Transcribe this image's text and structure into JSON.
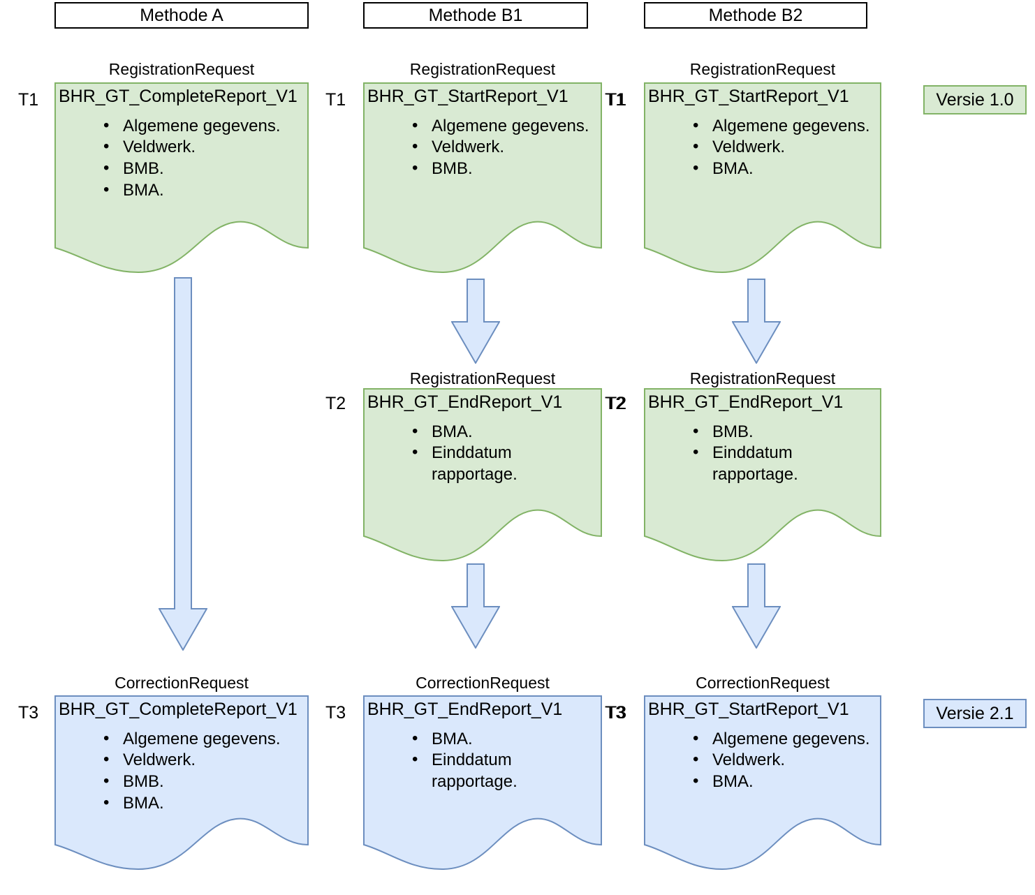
{
  "headers": [
    {
      "label": "Methode A"
    },
    {
      "label": "Methode B1"
    },
    {
      "label": "Methode B2"
    }
  ],
  "time_labels": {
    "t1": "T1",
    "t2": "T2",
    "t3": "T3"
  },
  "legend": [
    {
      "label": "Versie 1.0",
      "color": "#d9ead3",
      "border": "#82b366"
    },
    {
      "label": "Versie 2.1",
      "color": "#dae8fc",
      "border": "#6c8ebf"
    }
  ],
  "colors": {
    "registration_fill": "#d9ead3",
    "registration_stroke": "#82b366",
    "correction_fill": "#dae8fc",
    "correction_stroke": "#6c8ebf",
    "arrow_fill": "#dae8fc",
    "arrow_stroke": "#6c8ebf",
    "header_border": "#000000"
  },
  "nodes": {
    "a_t1": {
      "caption": "RegistrationRequest",
      "title": "BHR_GT_CompleteReport_V1",
      "time": "T1",
      "kind": "registration",
      "items": [
        "Algemene gegevens.",
        "Veldwerk.",
        "BMB.",
        "BMA."
      ]
    },
    "a_t3": {
      "caption": "CorrectionRequest",
      "title": "BHR_GT_CompleteReport_V1",
      "time": "T3",
      "kind": "correction",
      "items": [
        "Algemene gegevens.",
        "Veldwerk.",
        "BMB.",
        "BMA."
      ]
    },
    "b1_t1": {
      "caption": "RegistrationRequest",
      "title": "BHR_GT_StartReport_V1",
      "time": "T1",
      "kind": "registration",
      "items": [
        "Algemene gegevens.",
        "Veldwerk.",
        "BMB."
      ]
    },
    "b1_t2": {
      "caption": "RegistrationRequest",
      "title": "BHR_GT_EndReport_V1",
      "time": "T2",
      "kind": "registration",
      "items": [
        "BMA.",
        "Einddatum rapportage."
      ]
    },
    "b1_t3": {
      "caption": "CorrectionRequest",
      "title": "BHR_GT_EndReport_V1",
      "time": "T3",
      "kind": "correction",
      "items": [
        "BMA.",
        "Einddatum rapportage."
      ]
    },
    "b2_t1": {
      "caption": "RegistrationRequest",
      "title": "BHR_GT_StartReport_V1",
      "time": "T1",
      "kind": "registration",
      "items": [
        "Algemene gegevens.",
        "Veldwerk.",
        "BMA."
      ]
    },
    "b2_t2": {
      "caption": "RegistrationRequest",
      "title": "BHR_GT_EndReport_V1",
      "time": "T2",
      "kind": "registration",
      "items": [
        "BMB.",
        "Einddatum rapportage."
      ]
    },
    "b2_t3": {
      "caption": "CorrectionRequest",
      "title": "BHR_GT_StartReport_V1",
      "time": "T3",
      "kind": "correction",
      "items": [
        "Algemene gegevens.",
        "Veldwerk.",
        "BMA."
      ]
    }
  }
}
